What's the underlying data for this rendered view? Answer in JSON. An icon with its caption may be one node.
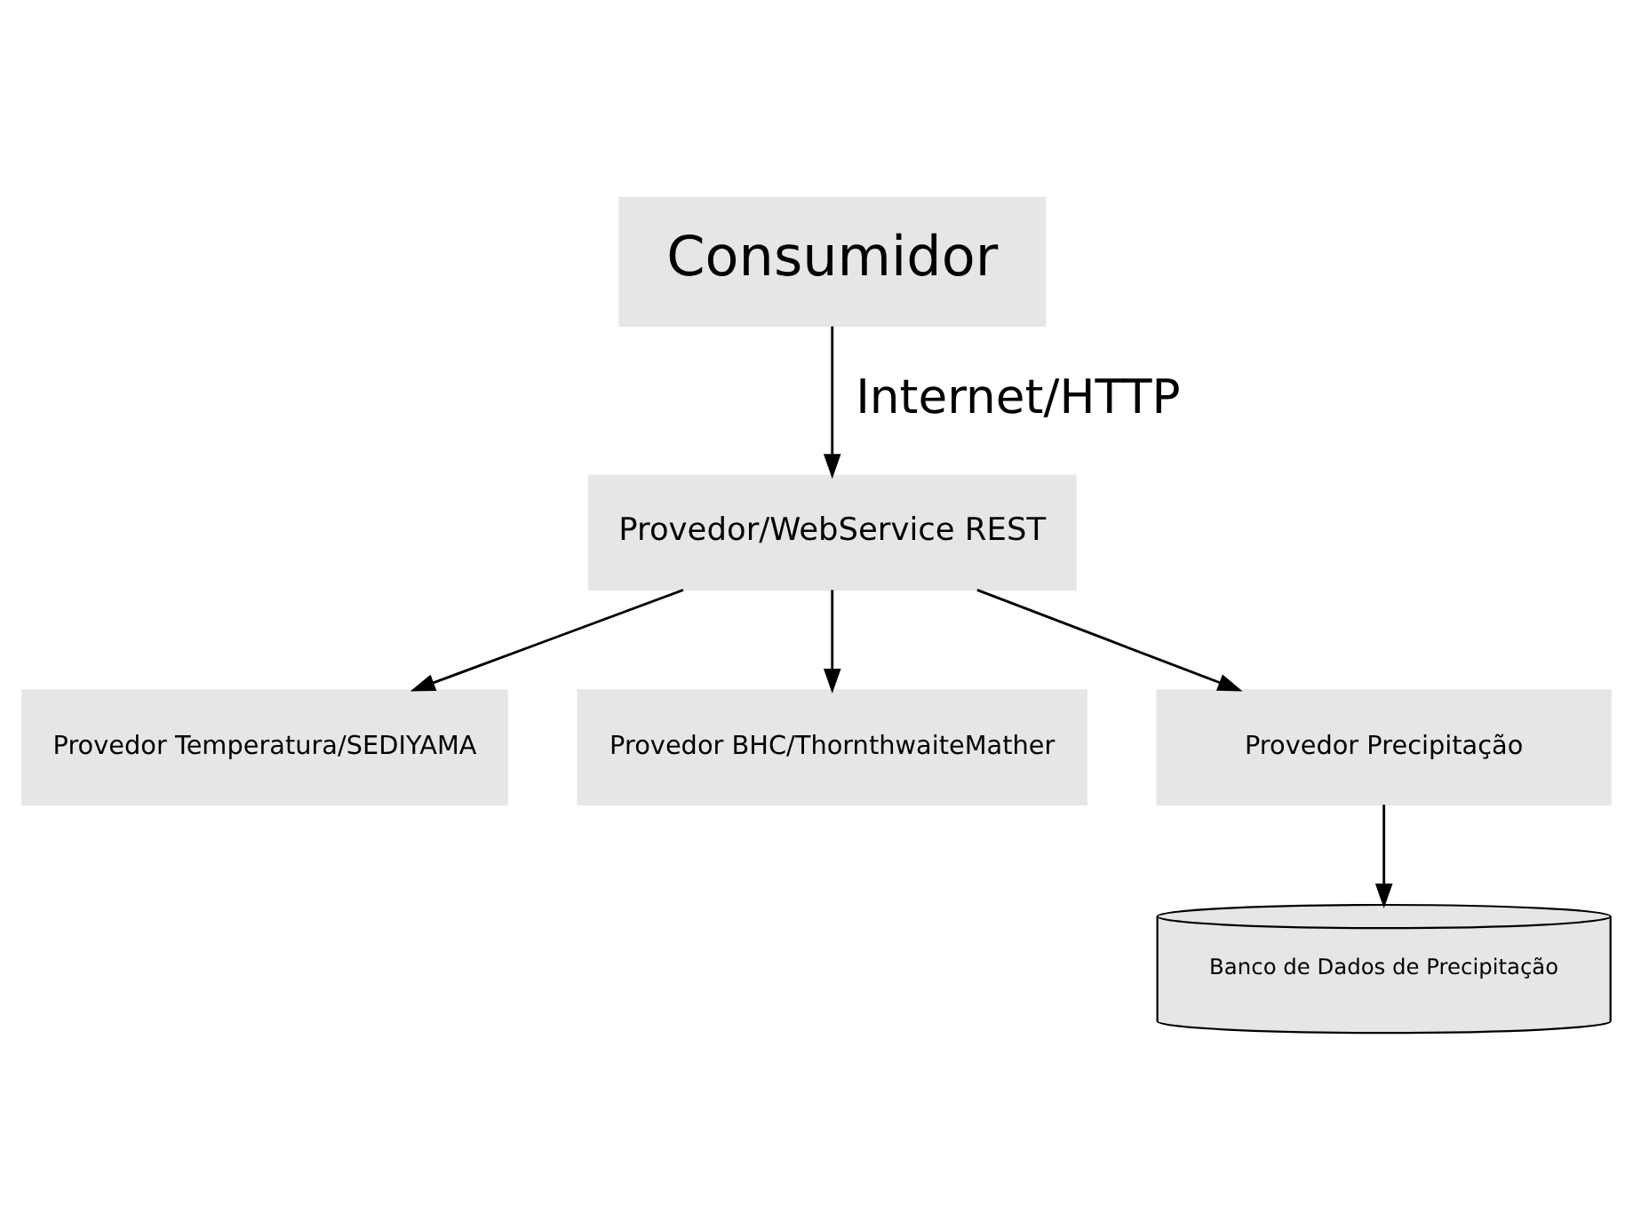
{
  "diagram": {
    "nodes": [
      {
        "text": [
          "Consumidor"
        ]
      },
      {
        "text": [
          "Provedor/WebService REST"
        ]
      },
      {
        "text": [
          "Provedor Temperatura/SEDIYAMA"
        ]
      },
      {
        "text": [
          "Provedor BHC/ThornthwaiteMather"
        ]
      },
      {
        "text": [
          "Provedor Precipitação"
        ]
      },
      {
        "text": [
          "Banco de Dados de Precipitação"
        ]
      }
    ],
    "edges": [
      {
        "from": 0,
        "to": 1,
        "arrow": "to",
        "label": "Internet/HTTP"
      },
      {
        "from": 1,
        "to": 2,
        "arrow": "to"
      },
      {
        "from": 1,
        "to": 4,
        "arrow": "to"
      },
      {
        "from": 1,
        "to": 3,
        "arrow": "to"
      },
      {
        "from": 4,
        "to": 5,
        "arrow": "to"
      }
    ]
  }
}
